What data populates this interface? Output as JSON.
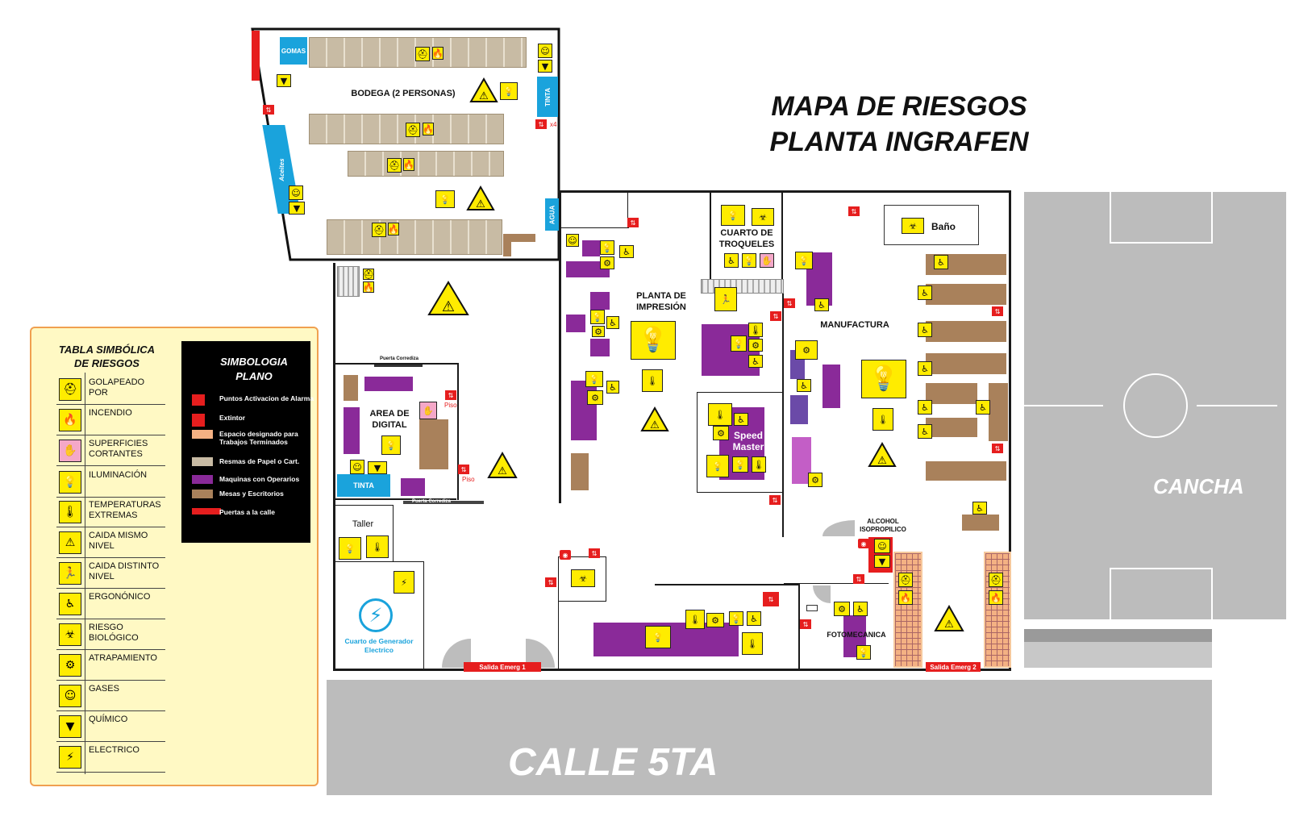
{
  "title": {
    "line1": "MAPA DE RIESGOS",
    "line2": "PLANTA INGRAFEN"
  },
  "colors": {
    "yellow": "#ffec00",
    "purple": "#8a2a99",
    "brown": "#a9815b",
    "blue": "#1aa3dc",
    "red": "#e61e1e",
    "gray": "#bcbcbc",
    "legend_bg": "#fff9c4",
    "legend_border": "#f0a050"
  },
  "rooms": {
    "bodega": "BODEGA (2 PERSONAS)",
    "gomas": "GOMAS",
    "tinta": "TINTA",
    "aceites": "Aceites",
    "agua": "AGUA",
    "planta_impresion": "PLANTA DE IMPRESIÓN",
    "cuarto_troqueles": "CUARTO DE TROQUELES",
    "manufactura": "MANUFACTURA",
    "bano": "Baño",
    "area_digital": "AREA DE DIGITAL",
    "tinta_digital": "TINTA",
    "taller": "Taller",
    "generador": "Cuarto de Generador Electrico",
    "speed_master": "Speed Master",
    "alcohol": "ALCOHOL ISOPROPILICO",
    "fotomecanica": "FOTOMECANICA",
    "puerta_corrediza": "Puerta Corrediza",
    "piso": "Piso",
    "x4": "x4"
  },
  "exits": {
    "exit1": "Salida Emerg 1",
    "exit2": "Salida Emerg 2"
  },
  "outside": {
    "cancha": "CANCHA",
    "calle": "CALLE 5TA"
  },
  "risk_table": {
    "title": "TABLA SIMBÓLICA DE RIESGOS",
    "items": [
      {
        "label": "GOLAPEADO POR",
        "icon": "helmet-icon"
      },
      {
        "label": "INCENDIO",
        "icon": "fire-icon"
      },
      {
        "label": "SUPERFICIES CORTANTES",
        "icon": "cut-hand-icon"
      },
      {
        "label": "ILUMINACIÓN",
        "icon": "lightbulb-icon"
      },
      {
        "label": "TEMPERATURAS EXTREMAS",
        "icon": "thermometer-icon"
      },
      {
        "label": "CAIDA MISMO NIVEL",
        "icon": "slip-icon"
      },
      {
        "label": "CAIDA DISTINTO NIVEL",
        "icon": "fall-icon"
      },
      {
        "label": "ERGONÓNICO",
        "icon": "ergonomic-icon"
      },
      {
        "label": "RIESGO BIOLÓGICO",
        "icon": "biohazard-icon"
      },
      {
        "label": "ATRAPAMIENTO",
        "icon": "gears-icon"
      },
      {
        "label": "GASES",
        "icon": "gas-mask-icon"
      },
      {
        "label": "QUÍMICO",
        "icon": "funnel-icon"
      },
      {
        "label": "ELECTRICO",
        "icon": "lightning-icon"
      }
    ]
  },
  "plan_symbols": {
    "title": "SIMBOLOGIA PLANO",
    "items": [
      {
        "label": "Puntos Activacion de Alarma",
        "icon": "alarm-icon"
      },
      {
        "label": "Extintor",
        "icon": "extinguisher-icon"
      },
      {
        "label": "Espacio designado para Trabajos Terminados",
        "icon": "finished-work-swatch"
      },
      {
        "label": "Resmas de Papel o Cart.",
        "icon": "paper-swatch"
      },
      {
        "label": "Maquinas con Operarios",
        "icon": "machine-swatch"
      },
      {
        "label": "Mesas y Escritorios",
        "icon": "desk-swatch"
      },
      {
        "label": "Puertas a la calle",
        "icon": "street-door-swatch"
      }
    ]
  }
}
